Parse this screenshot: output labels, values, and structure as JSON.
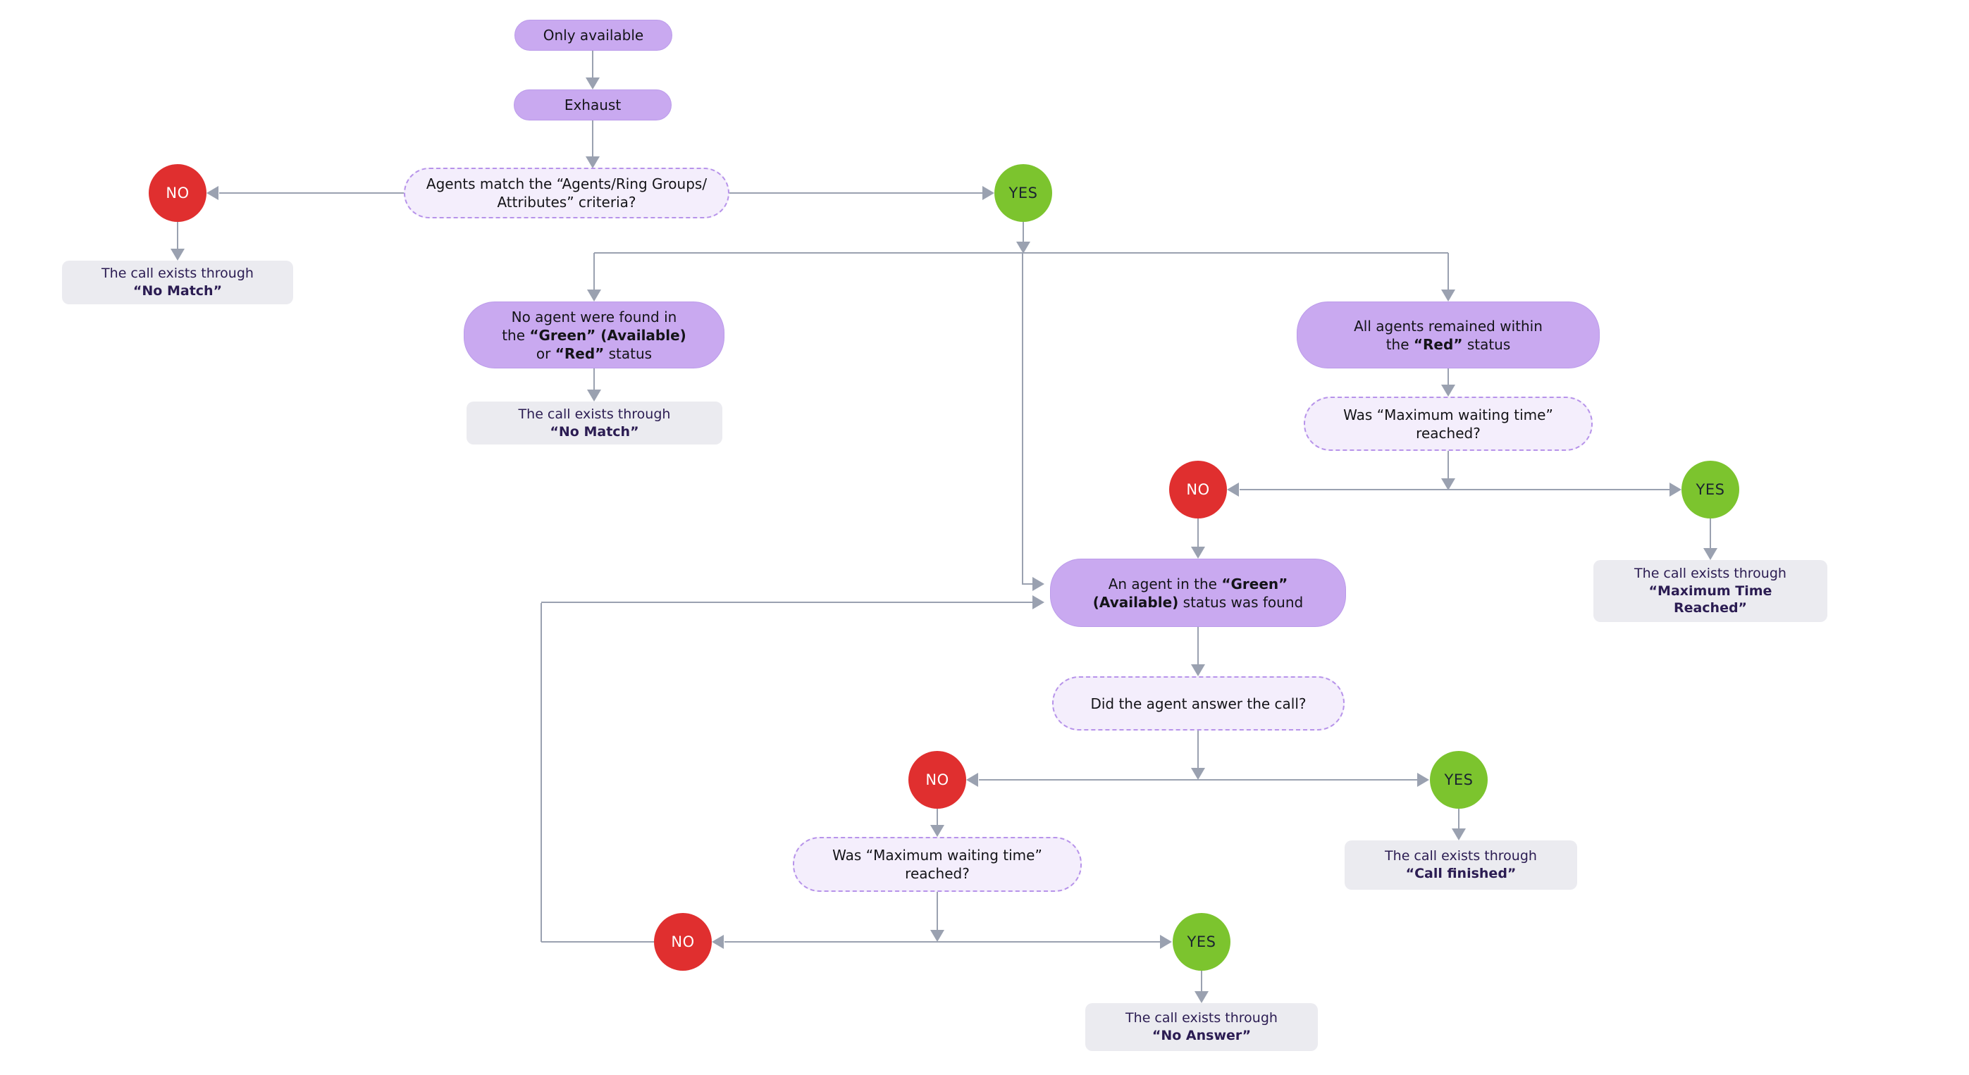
{
  "flowchart": {
    "start": {
      "label": "Only available"
    },
    "exhaust": {
      "label": "Exhaust"
    },
    "q_match": {
      "line1": "Agents match the “Agents/Ring Groups/",
      "line2": "Attributes” criteria?"
    },
    "res_no_match_1": {
      "line1": "The call exists through",
      "outcome": "“No Match”"
    },
    "p_no_agent": {
      "l1": "No agent were found in",
      "l2_pre": "the ",
      "l2_bold": "“Green” (Available)",
      "l3_pre": "or ",
      "l3_bold": "“Red”",
      "l3_post": " status"
    },
    "res_no_match_2": {
      "line1": "The call exists through",
      "outcome": "“No Match”"
    },
    "p_all_agents": {
      "l1": "All agents remained within",
      "l2_pre": "the ",
      "l2_bold": "“Red”",
      "l2_post": " status"
    },
    "q_max_wait_1": {
      "line1": "Was “Maximum waiting time”",
      "line2": "reached?"
    },
    "res_max_time": {
      "line1": "The call exists through",
      "outcome_a": "“Maximum Time",
      "outcome_b": "Reached”"
    },
    "p_agent_found": {
      "l1_pre": "An agent in the ",
      "l1_bold": "“Green”",
      "l2_bold": "(Available)",
      "l2_post": " status was found"
    },
    "q_did_answer": {
      "line1": "Did the agent answer the call?"
    },
    "res_call_finished": {
      "line1": "The call exists through",
      "outcome": "“Call finished”"
    },
    "q_max_wait_2": {
      "line1": "Was “Maximum waiting time”",
      "line2": "reached?"
    },
    "res_no_answer": {
      "line1": "The call exists through",
      "outcome": "“No Answer”"
    },
    "yes_label": "YES",
    "no_label": "NO",
    "colors": {
      "node_purple": "#c9a9f0",
      "question_fill": "#f4eefc",
      "question_border": "#b793ea",
      "result_fill": "#ebebf0",
      "result_text": "#2b1c52",
      "yes_green": "#7cc42e",
      "no_red": "#e02f2f",
      "edge_gray": "#9aa1b0"
    }
  }
}
